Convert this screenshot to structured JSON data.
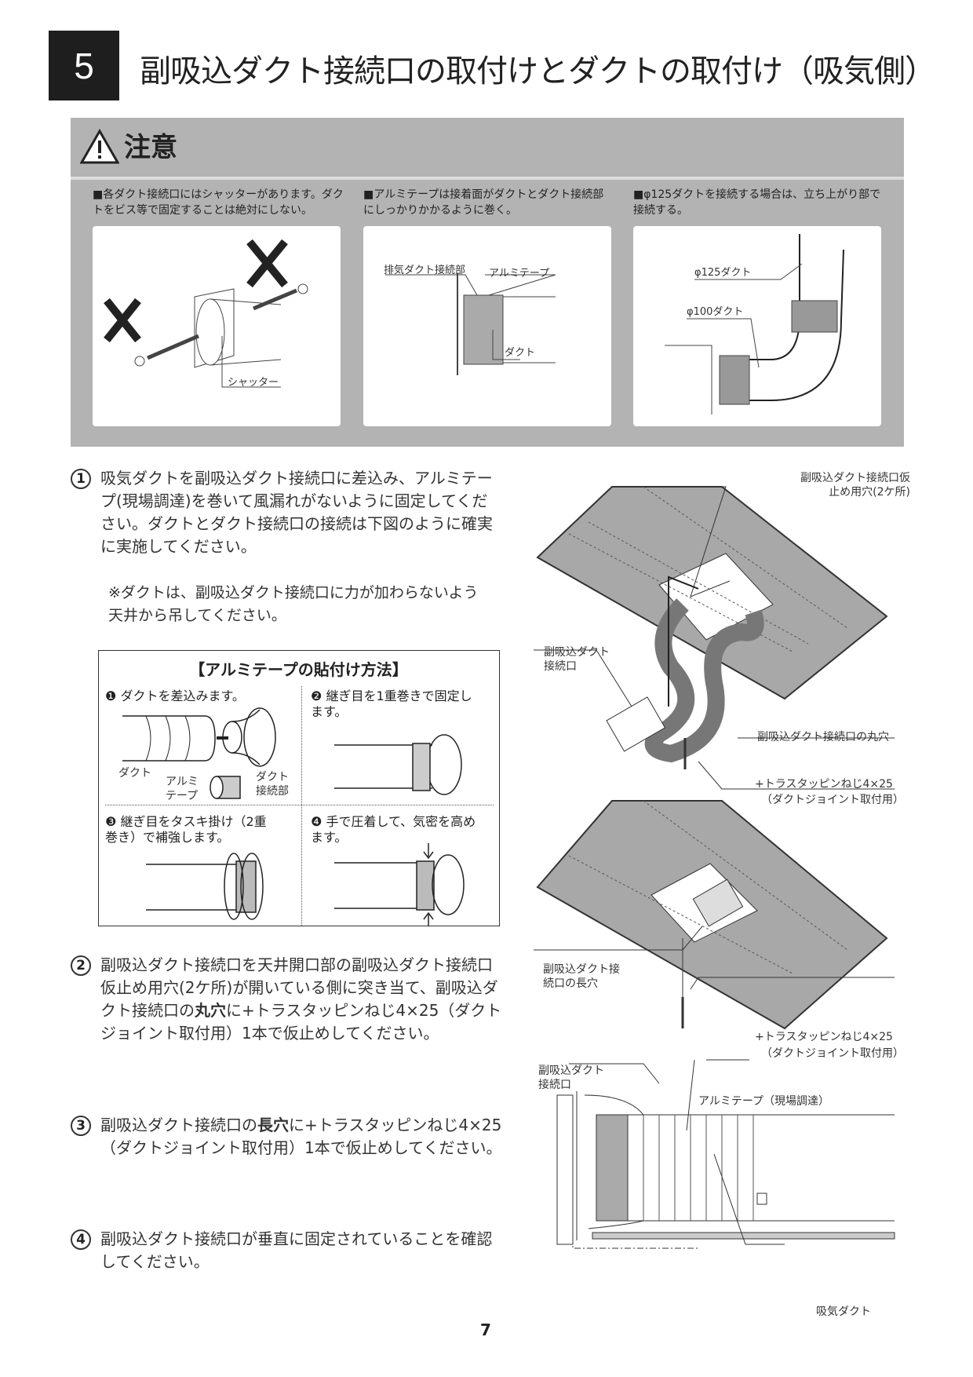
{
  "section": {
    "number": "5",
    "title": "副吸込ダクト接続口の取付けとダクトの取付け（吸気側）"
  },
  "caution": {
    "title": "注意",
    "items": [
      {
        "text": "■各ダクト接続口にはシャッターがあります。ダクトをビス等で固定することは絶対にしない。",
        "labels": [
          "シャッター"
        ]
      },
      {
        "text": "■アルミテープは接着面がダクトとダクト接続部にしっかりかかるように巻く。",
        "labels": [
          "排気ダクト接続部",
          "アルミテープ",
          "ダクト"
        ]
      },
      {
        "text": "■φ125ダクトを接続する場合は、立ち上がり部で接続する。",
        "labels": [
          "φ125ダクト",
          "φ100ダクト"
        ]
      }
    ]
  },
  "steps": [
    {
      "num": "1",
      "text": "吸気ダクトを副吸込ダクト接続口に差込み、アルミテープ(現場調達)を巻いて風漏れがないように固定してください。ダクトとダクト接続口の接続は下図のように確実に実施してください。",
      "note": "※ダクトは、副吸込ダクト接続口に力が加わらないよう天井から吊してください。"
    },
    {
      "num": "2",
      "text_a": "副吸込ダクト接続口を天井開口部の副吸込ダクト接続口仮止め用穴(2ケ所)が開いている側に突き当て、副吸込ダクト接続口の",
      "bold": "丸穴",
      "text_b": "に+トラスタッピンねじ4×25（ダクトジョイント取付用）1本で仮止めしてください。"
    },
    {
      "num": "3",
      "text_a": "副吸込ダクト接続口の",
      "bold": "長穴",
      "text_b": "に+トラスタッピンねじ4×25（ダクトジョイント取付用）1本で仮止めしてください。"
    },
    {
      "num": "4",
      "text": "副吸込ダクト接続口が垂直に固定されていることを確認してください。"
    }
  ],
  "tape_method": {
    "title": "【アルミテープの貼付け方法】",
    "steps": [
      {
        "mark": "❶",
        "text": "ダクトを差込みます。"
      },
      {
        "mark": "❷",
        "text": "継ぎ目を1重巻きで固定します。"
      },
      {
        "mark": "❸",
        "text": "継ぎ目をタスキ掛け（2重巻き）で補強します。"
      },
      {
        "mark": "❹",
        "text": "手で圧着して、気密を高めます。"
      }
    ],
    "labels": {
      "duct": "ダクト",
      "tape": "アルミテープ",
      "joint": "ダクト接続部"
    }
  },
  "diagrams": {
    "fig1": {
      "holes": "副吸込ダクト接続口仮止め用穴(2ケ所)",
      "port": "副吸込ダクト接続口",
      "round_hole": "副吸込ダクト接続口の丸穴",
      "screw": "+トラスタッピンねじ4×25",
      "screw_sub": "（ダクトジョイント取付用）"
    },
    "fig2": {
      "long_hole": "副吸込ダクト接続口の長穴",
      "screw": "+トラスタッピンねじ4×25",
      "screw_sub": "（ダクトジョイント取付用）"
    },
    "fig3": {
      "port": "副吸込ダクト接続口",
      "tape": "アルミテープ（現場調達）",
      "duct": "吸気ダクト"
    }
  },
  "page_number": "7",
  "colors": {
    "panel_gray": "#b3b3b3",
    "section_box": "#1e1e1e",
    "ceiling_gray": "#a8a8a8"
  }
}
